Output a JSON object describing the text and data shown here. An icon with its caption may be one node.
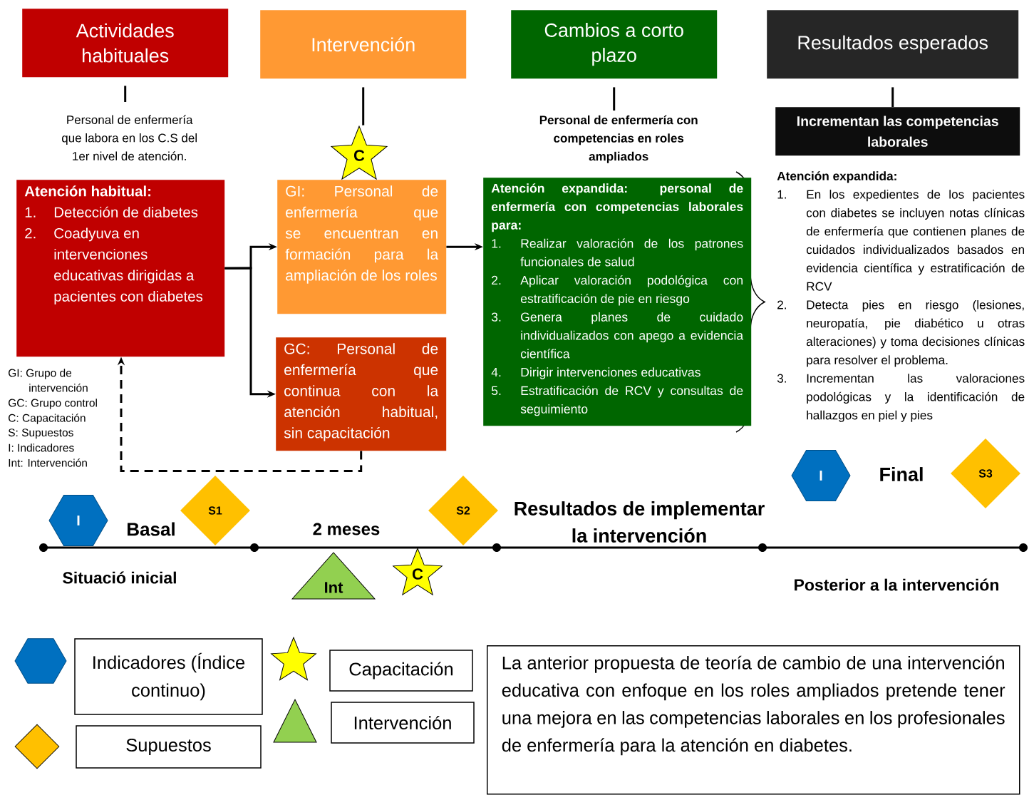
{
  "diagram": {
    "nodes": [
      {
        "text": [
          "Actividades habituales"
        ]
      },
      {
        "text": [
          "Intervención"
        ]
      },
      {
        "text": [
          "Cambios a corto plazo"
        ]
      },
      {
        "text": [
          "Resultados esperados"
        ]
      },
      {
        "text": [
          "Personal de enfermería que labora en los C.S del 1er nivel de atención."
        ]
      },
      {
        "text": [
          "C"
        ]
      },
      {
        "text": [
          "Personal de enfermería con competencias en roles ampliados"
        ]
      },
      {
        "text": [
          "Incrementan las competencias laborales"
        ]
      },
      {
        "text": [
          "Atención habitual:",
          "1.",
          "Detección de diabetes",
          "2.",
          "Coadyuva en intervenciones educativas dirigidas a pacientes con diabetes"
        ]
      },
      {
        "text": [
          "GI: Personal de enfermería que se encuentran en formación para la ampliación de los roles"
        ]
      },
      {
        "text": [
          "GC: Personal de enfermería que continua con la atención habitual, sin capacitación"
        ]
      },
      {
        "text": [
          "Atención expandida: personal de enfermería con competencias laborales para:",
          "1.",
          "Realizar valoración de los patrones funcionales de salud",
          "2.",
          "Aplicar valoración podológica con estratificación de pie en riesgo",
          "3.",
          "Genera planes de cuidado individualizados con apego a evidencia científica",
          "4.",
          "Dirigir intervenciones educativas",
          "5.",
          "Estratificación de RCV y consultas de seguimiento"
        ]
      },
      {
        "text": [
          "I"
        ]
      },
      {
        "text": [
          "S1"
        ]
      },
      {
        "text": [
          "S2"
        ]
      },
      {
        "text": [
          "Int"
        ]
      },
      {
        "text": [
          "C"
        ]
      },
      {
        "text": [
          "I"
        ]
      },
      {
        "text": [
          "S3"
        ]
      },
      {
        "text": [
          "La anterior propuesta de teoría de cambio de una intervención educativa con enfoque en los roles ampliados pretende tener una mejora en las competencias laborales en los profesionales de enfermería para la atención en diabetes."
        ]
      }
    ],
    "edges": [
      {
        "from": 0,
        "to": 4,
        "arrow": "none"
      },
      {
        "from": 1,
        "to": 5,
        "arrow": "none"
      },
      {
        "from": 2,
        "to": 6,
        "arrow": "none"
      },
      {
        "from": 3,
        "to": 7,
        "arrow": "none"
      },
      {
        "from": 8,
        "to": 9,
        "arrow": "to"
      },
      {
        "from": 8,
        "to": 10,
        "arrow": "to"
      },
      {
        "from": 9,
        "to": 11,
        "arrow": "to"
      },
      {
        "from": 10,
        "to": 8,
        "arrow": "to",
        "style": "dashed"
      }
    ],
    "labels": [
      "Atención expandida:",
      "1.",
      "En los expedientes de los pacientes con diabetes se incluyen notas clínicas de enfermería que contienen planes de cuidados individualizados basados en evidencia científica y estratificación de RCV",
      "2.",
      "Detecta pies en riesgo (lesiones, neuropatía, pie diabético u otras alteraciones) y toma decisiones clínicas para resolver el problema.",
      "3.",
      "Incrementan las valoraciones podológicas y la identificación de hallazgos en piel y pies",
      "GI: Grupo de intervención",
      "GC: Grupo control",
      "C: Capacitación",
      "S: Supuestos",
      "I: Indicadores",
      "Int: Intervención",
      "Final",
      "Basal",
      "2 meses",
      "Resultados de implementar la intervención",
      "Situació inicial",
      "Posterior a la intervención"
    ],
    "legend": [
      {
        "text": "Indicadores (Índice continuo)"
      },
      {
        "text": "Capacitación"
      },
      {
        "text": "Intervención"
      },
      {
        "text": "Supuestos"
      }
    ]
  }
}
